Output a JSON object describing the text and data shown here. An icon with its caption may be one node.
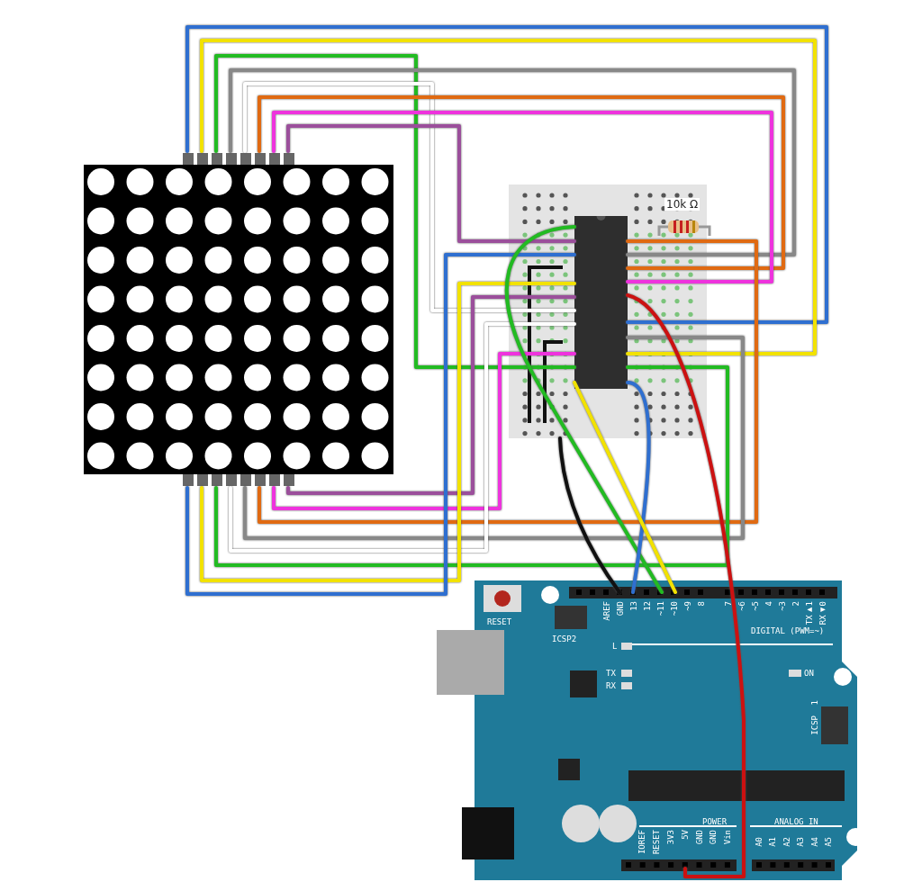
{
  "diagram": {
    "nodes": [
      {
        "text": [],
        "shape": "picture"
      },
      {
        "text": [],
        "shape": "box"
      },
      {
        "text": [],
        "shape": "box",
        "in": 1
      },
      {
        "text": [],
        "shape": "picture",
        "in": 1,
        "beside": [
          "10k Ω"
        ]
      },
      {
        "text": [],
        "shape": "picture"
      }
    ],
    "edges": [
      {
        "from": 0,
        "to": 2,
        "arrow": "none",
        "color": "#2f6fd0"
      },
      {
        "from": 0,
        "to": 2,
        "arrow": "none",
        "color": "#f2e200"
      },
      {
        "from": 0,
        "to": 2,
        "arrow": "none",
        "color": "#22bb22"
      },
      {
        "from": 0,
        "to": 2,
        "arrow": "none",
        "color": "#888888"
      },
      {
        "from": 0,
        "to": 2,
        "arrow": "none",
        "color": "#ffffff"
      },
      {
        "from": 0,
        "to": 2,
        "arrow": "none",
        "color": "#e06a12"
      },
      {
        "from": 0,
        "to": 2,
        "arrow": "none",
        "color": "#ee33dd"
      },
      {
        "from": 0,
        "to": 2,
        "arrow": "none",
        "color": "#9b4f9b"
      },
      {
        "from": 0,
        "to": 2,
        "arrow": "none",
        "color": "#9b4f9b"
      },
      {
        "from": 0,
        "to": 2,
        "arrow": "none",
        "color": "#ee33dd"
      },
      {
        "from": 0,
        "to": 2,
        "arrow": "none",
        "color": "#e06a12"
      },
      {
        "from": 0,
        "to": 2,
        "arrow": "none",
        "color": "#888888"
      },
      {
        "from": 0,
        "to": 2,
        "arrow": "none",
        "color": "#ffffff"
      },
      {
        "from": 0,
        "to": 2,
        "arrow": "none",
        "color": "#22bb22"
      },
      {
        "from": 0,
        "to": 2,
        "arrow": "none",
        "color": "#f2e200"
      },
      {
        "from": 0,
        "to": 2,
        "arrow": "none",
        "color": "#2f6fd0"
      },
      {
        "from": 2,
        "to": 4,
        "arrow": "none",
        "color": "#22bb22"
      },
      {
        "from": 1,
        "to": 4,
        "arrow": "none",
        "color": "#111111"
      },
      {
        "from": 2,
        "to": 4,
        "arrow": "none",
        "color": "#2f6fd0"
      },
      {
        "from": 2,
        "to": 4,
        "arrow": "none",
        "color": "#f2e200"
      },
      {
        "from": 2,
        "to": 4,
        "arrow": "none",
        "color": "#cc1111"
      }
    ],
    "labels": [
      "RESET",
      "AREF",
      "GND",
      "13",
      "12",
      "~11",
      "~10",
      "~9",
      "8",
      "7",
      "~6",
      "~5",
      "4",
      "~3",
      "2",
      "TX▶1",
      "RX◀0",
      "ICSP2",
      "DIGITAL (PWM=~)",
      "L",
      "TX",
      "RX",
      "ON",
      "1",
      "ICSP",
      "IOREF",
      "RESET",
      "3V3",
      "5V",
      "GND",
      "GND",
      "Vin",
      "POWER",
      "ANALOG IN",
      "A0",
      "A1",
      "A2",
      "A3",
      "A4",
      "A5"
    ]
  }
}
